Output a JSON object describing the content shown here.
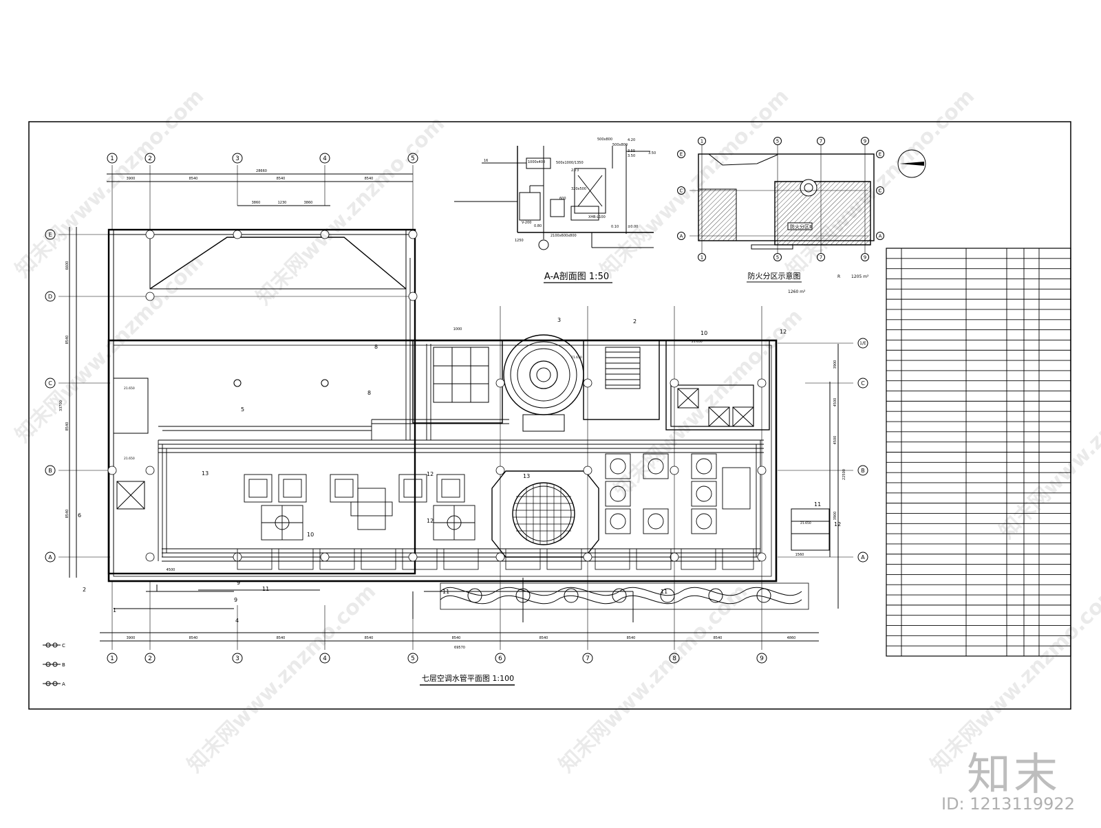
{
  "drawing": {
    "main_title": "七层空调水管平面图 1:100",
    "section_title": "A-A剖面图 1:50",
    "fire_title": "防火分区示意图",
    "fire_zone_label": "防火分区Ⅱ",
    "fire_area_1": "1205 m²",
    "fire_area_2": "1260 m²",
    "fire_area_prefix": "R"
  },
  "axes": {
    "columns": [
      "1",
      "2",
      "3",
      "4",
      "5",
      "6",
      "7",
      "8",
      "9"
    ],
    "rows": [
      "E",
      "D",
      "C",
      "B",
      "A"
    ],
    "row_1c": "1/E"
  },
  "dimensions": {
    "top_total": "28660",
    "top_segments": [
      "3900",
      "8540",
      "8540",
      "8540"
    ],
    "top_small": [
      "3860",
      "1230",
      "3860"
    ],
    "bottom_total": "69570",
    "bottom_segments": [
      "3900",
      "8540",
      "8540",
      "8540",
      "8540",
      "8540",
      "8540",
      "8540",
      "4860"
    ],
    "left_total": "33700",
    "left_segments": [
      "6600",
      "8540",
      "8540",
      "8540"
    ],
    "right_segments": [
      "3900",
      "4500",
      "4500",
      "3900"
    ],
    "right_total": "22500",
    "misc": [
      "1000",
      "4500",
      "1560"
    ]
  },
  "section": {
    "labels": [
      "500x800",
      "4.20",
      "3.55",
      "3.50",
      "3.50",
      "1000x400",
      "500x1000/1350",
      "2.73",
      "600",
      "320x500",
      "XHB-L100",
      "V-200",
      "0.80",
      "0.10",
      "±0.00",
      "2100x600x800",
      "500x800",
      "16",
      "1250"
    ]
  },
  "pipe_markers": [
    "1",
    "2",
    "3",
    "4",
    "5",
    "6",
    "8",
    "9",
    "10",
    "11",
    "12",
    "13"
  ],
  "elevations": [
    "21.650",
    "21.650",
    "21.650",
    "21.650",
    "21.650"
  ],
  "legend": [
    "C",
    "B",
    "A"
  ],
  "watermarks": [
    "知末网www.znzmo.com"
  ],
  "brand": "知末",
  "image_id": "ID: 1213119922"
}
